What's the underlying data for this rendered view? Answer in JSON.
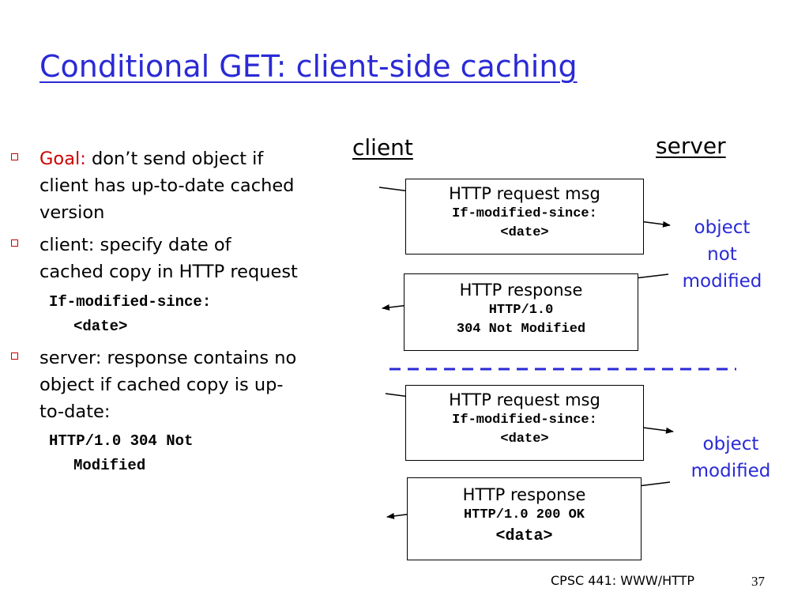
{
  "title": "Conditional GET: client-side caching",
  "bullets": [
    {
      "label": "Goal:",
      "lines": [
        "don’t send object if",
        "client has up-to-date cached",
        "version"
      ]
    },
    {
      "lines": [
        "client: specify date of",
        "cached copy in HTTP request"
      ]
    },
    {
      "lines": [
        "server: response contains no",
        "object if cached copy is up-",
        "to-date:"
      ]
    }
  ],
  "code1": [
    "If-modified-since:",
    "<date>"
  ],
  "code2": [
    "HTTP/1.0 304 Not",
    "Modified"
  ],
  "client_label": "client",
  "server_label": "server",
  "boxes": [
    {
      "lines": [
        "HTTP request msg",
        "If-modified-since:",
        "<date>"
      ]
    },
    {
      "lines": [
        "HTTP response",
        "HTTP/1.0",
        "304 Not Modified"
      ]
    },
    {
      "lines": [
        "HTTP request msg",
        "If-modified-since:",
        "<date>"
      ]
    },
    {
      "lines": [
        "HTTP response",
        "HTTP/1.0 200 OK",
        "<data>"
      ]
    }
  ],
  "notes": {
    "not_modified": [
      "object",
      "not",
      "modified"
    ],
    "modified": [
      "object",
      "modified"
    ]
  },
  "footer": "CPSC 441: WWW/HTTP",
  "page_number": "37",
  "colors": {
    "title": "#2a2ad6",
    "goal": "#d00000",
    "bullet_marker": "#c00000"
  },
  "icons": {
    "bullet": "hollow-square-bullet",
    "arrow": "arrowhead"
  }
}
